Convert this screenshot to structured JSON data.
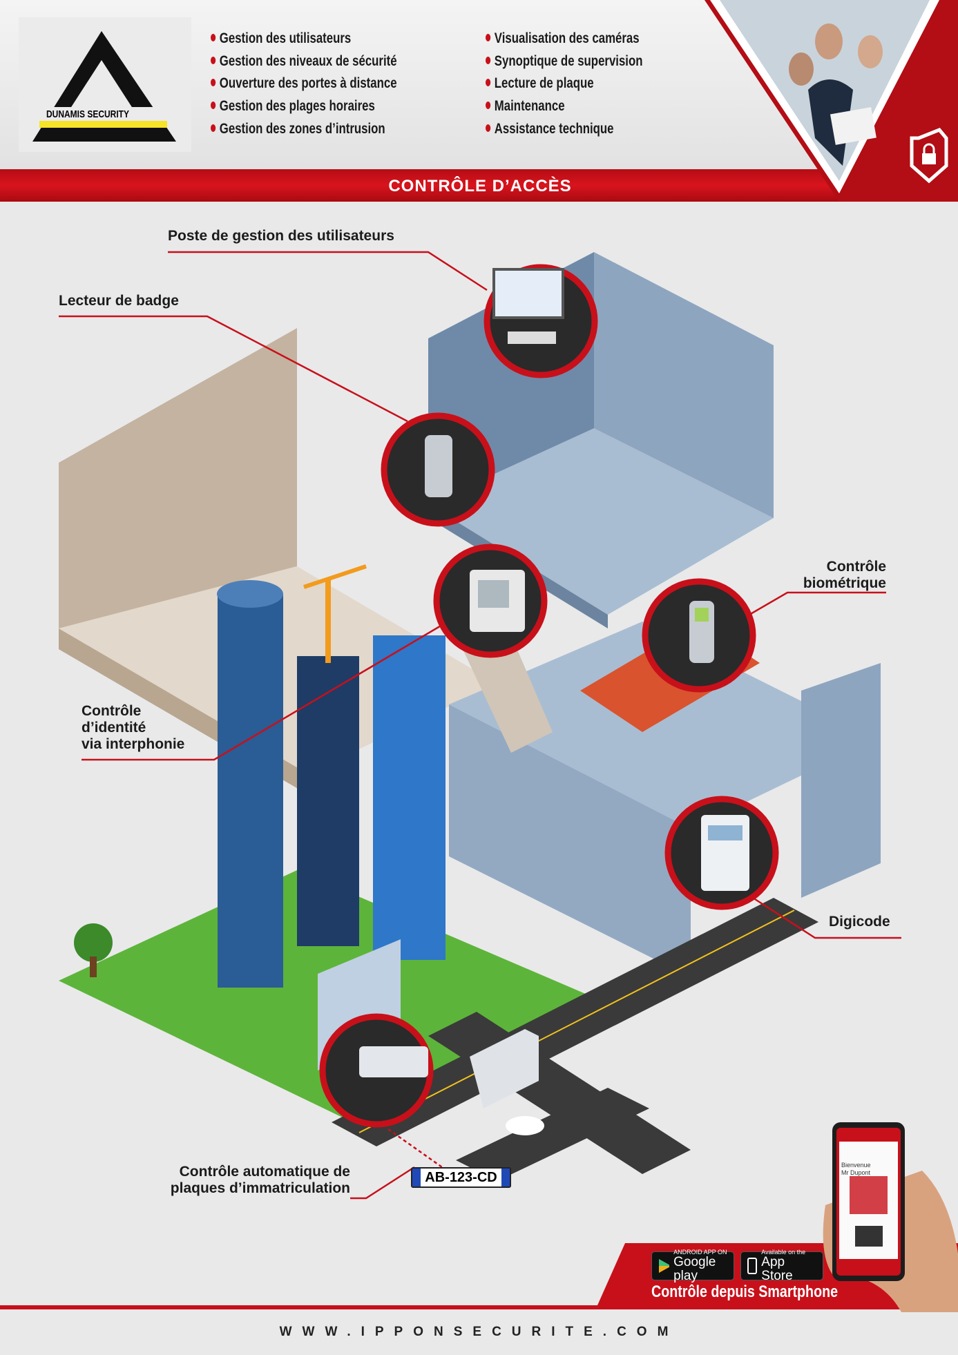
{
  "logo": {
    "brand": "DUNAMIS SECURITY",
    "colors": {
      "black": "#111111",
      "yellow": "#f7e328"
    }
  },
  "features_left": [
    "Gestion des utilisateurs",
    "Gestion des niveaux de sécurité",
    "Ouverture des portes à distance",
    "Gestion des plages horaires",
    "Gestion des zones d’intrusion"
  ],
  "features_right": [
    "Visualisation des caméras",
    "Synoptique de supervision",
    "Lecture de plaque",
    "Maintenance",
    "Assistance technique"
  ],
  "banner_title": "CONTRÔLE D’ACCÈS",
  "callouts": {
    "poste": "Poste de gestion des utilisateurs",
    "badge": "Lecteur de badge",
    "biometrique_1": "Contrôle",
    "biometrique_2": "biométrique",
    "interphonie_1": "Contrôle",
    "interphonie_2": "d’identité",
    "interphonie_3": "via interphonie",
    "digicode": "Digicode",
    "plaques_1": "Contrôle automatique de",
    "plaques_2": "plaques d’immatriculation"
  },
  "plate": "AB-123-CD",
  "phone": {
    "line1": "Bienvenue",
    "line2": "Mr Dupont"
  },
  "stores": {
    "google_small": "ANDROID APP ON",
    "google": "Google play",
    "apple_small": "Available on the",
    "apple": "App Store"
  },
  "smartphone_label": "Contrôle depuis Smartphone",
  "website": "WWW.IPPONSECURITE.COM",
  "colors": {
    "accent": "#c8101a",
    "background": "#e9e9ea"
  }
}
